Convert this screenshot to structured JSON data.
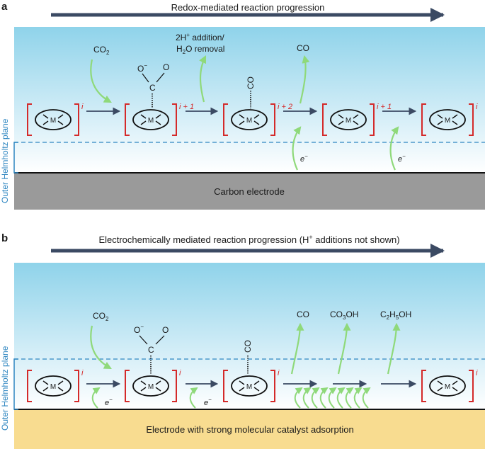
{
  "panel_a": {
    "label": "a",
    "progress_title": "Redox-mediated reaction progression",
    "ohp_label": "Outer Helmholtz plane",
    "electrode_label": "Carbon electrode",
    "colors": {
      "electrode": "#9a9a9a",
      "solution_top": "#8fd3ea"
    },
    "species": [
      {
        "metal": "M",
        "oxidation": "i"
      },
      {
        "metal": "M",
        "oxidation": "i + 1"
      },
      {
        "metal": "M",
        "oxidation": "i + 2"
      },
      {
        "metal": "M",
        "oxidation": "i + 1"
      },
      {
        "metal": "M",
        "oxidation": "i"
      }
    ],
    "reagents": {
      "co2": "CO",
      "co2_sub": "2",
      "proton_1": "2H",
      "proton_sup": "+",
      "proton_2": " addition/",
      "water_1": "H",
      "water_sub": "2",
      "water_2": "O removal",
      "co": "CO"
    },
    "electron": "e",
    "electron_sup": "−",
    "ligand": {
      "o_minus": "O",
      "minus": "−",
      "o": "O",
      "c": "C",
      "co": "CO"
    }
  },
  "panel_b": {
    "label": "b",
    "progress_title": "Electrochemically mediated reaction progression (H",
    "progress_sup": "+",
    "progress_title_2": " additions not shown)",
    "ohp_label": "Outer Helmholtz plane",
    "electrode_label": "Electrode with strong molecular catalyst adsorption",
    "colors": {
      "electrode": "#f8dc90",
      "solution_top": "#8fd3ea"
    },
    "species": [
      {
        "metal": "M",
        "oxidation": "i"
      },
      {
        "metal": "M",
        "oxidation": "i"
      },
      {
        "metal": "M",
        "oxidation": "i"
      },
      {
        "metal": "M",
        "oxidation": "i"
      }
    ],
    "reagents": {
      "co2": "CO",
      "co2_sub": "2",
      "co": "CO",
      "co3oh_1": "CO",
      "co3oh_sub": "3",
      "co3oh_2": "OH",
      "c2h5oh_1": "C",
      "c2h5oh_sub1": "2",
      "c2h5oh_2": "H",
      "c2h5oh_sub2": "5",
      "c2h5oh_3": "OH"
    },
    "electron": "e",
    "electron_sup": "−",
    "ligand": {
      "o_minus": "O",
      "minus": "−",
      "o": "O",
      "c": "C",
      "co": "CO"
    }
  }
}
